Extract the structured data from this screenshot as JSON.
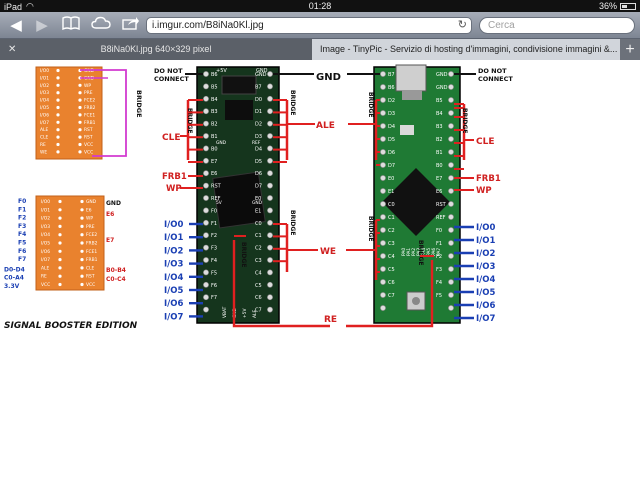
{
  "status": {
    "time": "01:28",
    "battery": "36%",
    "battery_level": 0.36
  },
  "toolbar": {
    "url": "i.imgur.com/B8iNa0Kl.jpg",
    "search_placeholder": "Cerca"
  },
  "tabs": [
    {
      "title": "B8iNa0Kl.jpg 640×329 pixel"
    },
    {
      "title": "Image - TinyPic - Servizio di hosting d'immagini, condivisione immagini &..."
    }
  ],
  "diagram": {
    "edition_text": "SIGNAL BOOSTER EDITION",
    "left_top_chip": {
      "pins_left": [
        "I/O0",
        "I/O1",
        "I/O2",
        "I/O3",
        "I/O4",
        "I/O5",
        "I/O6",
        "I/O7",
        "ALE",
        "CLE",
        "RE",
        "WE"
      ],
      "pins_right": [
        "GND",
        "GND",
        "WP",
        "PRE",
        "FCE2",
        "FRB2",
        "FCE1",
        "FRB1",
        "RST",
        "RST",
        "VCC",
        "VCC"
      ],
      "bridge_label": "BRIDGE"
    },
    "left_bottom_chip": {
      "outer_left": [
        "F0",
        "F1",
        "F2",
        "F3",
        "F4",
        "F5",
        "F6",
        "F7",
        "D0-D4",
        "C0-A4",
        "3.3V"
      ],
      "pins_left": [
        "I/O0",
        "I/O1",
        "I/O2",
        "I/O3",
        "I/O4",
        "I/O5",
        "I/O6",
        "I/O7",
        "ALE",
        "RE",
        "VCC"
      ],
      "pins_right": [
        "GND",
        "E6",
        "WP",
        "PRE",
        "FCE2",
        "FRB2",
        "FCE1",
        "FRB1",
        "CLE",
        "RST",
        "VCC"
      ],
      "outer_right": [
        "GND",
        "E6",
        "E7",
        "B0-B4",
        "C0-C4"
      ]
    },
    "board1": {
      "left_pins": [
        "B6",
        "B5",
        "B4",
        "B3",
        "B2",
        "B1",
        "B0",
        "E7",
        "E6",
        "RST",
        "REF",
        "F0",
        "F1",
        "F2",
        "F3",
        "F4",
        "F5",
        "F6",
        "F7"
      ],
      "right_pins": [
        "GND",
        "B7",
        "D0",
        "D1",
        "D2",
        "D3",
        "D4",
        "D5",
        "D6",
        "D7",
        "E0",
        "E1",
        "C0",
        "C1",
        "C2",
        "C3",
        "C4",
        "C5",
        "C6",
        "C7"
      ],
      "top_labels": [
        "+5V",
        "GND"
      ],
      "bottom_labels": [
        "VBAT",
        "GND",
        "+5V",
        "ALE"
      ],
      "mid_labels": [
        "GND",
        "REF",
        "5V",
        "GND"
      ]
    },
    "board2": {
      "left_pins": [
        "B7",
        "B6",
        "D2",
        "D3",
        "D4",
        "D5",
        "D6",
        "D7",
        "E0",
        "E1",
        "C0",
        "C1",
        "C2",
        "C3",
        "C4",
        "C5",
        "C6",
        "C7"
      ],
      "right_pins": [
        "GND",
        "GND",
        "B5",
        "B4",
        "B3",
        "B2",
        "B1",
        "B0",
        "E7",
        "E6",
        "RST",
        "REF",
        "F0",
        "F1",
        "F2",
        "F3",
        "F4",
        "F5"
      ],
      "bottom_labels": [
        "PA0",
        "PA1",
        "PA2",
        "PA3",
        "PA4",
        "PA5",
        "PA6",
        "PA7"
      ]
    },
    "labels": {
      "do_not_connect": "DO NOT",
      "connect": "CONNECT",
      "gnd": "GND",
      "cle": "CLE",
      "ale": "ALE",
      "frb1": "FRB1",
      "wp": "WP",
      "we": "WE",
      "re": "RE",
      "bridge": "BRIDGE",
      "io": [
        "I/O0",
        "I/O1",
        "I/O2",
        "I/O3",
        "I/O4",
        "I/O5",
        "I/O6",
        "I/O7"
      ]
    },
    "colors": {
      "chip": "#e9822e",
      "board1": "#15351d",
      "board2": "#1f7a34",
      "red_wire": "#e02020",
      "blue_wire": "#1a3fb3",
      "magenta_wire": "#d23ad0"
    }
  }
}
